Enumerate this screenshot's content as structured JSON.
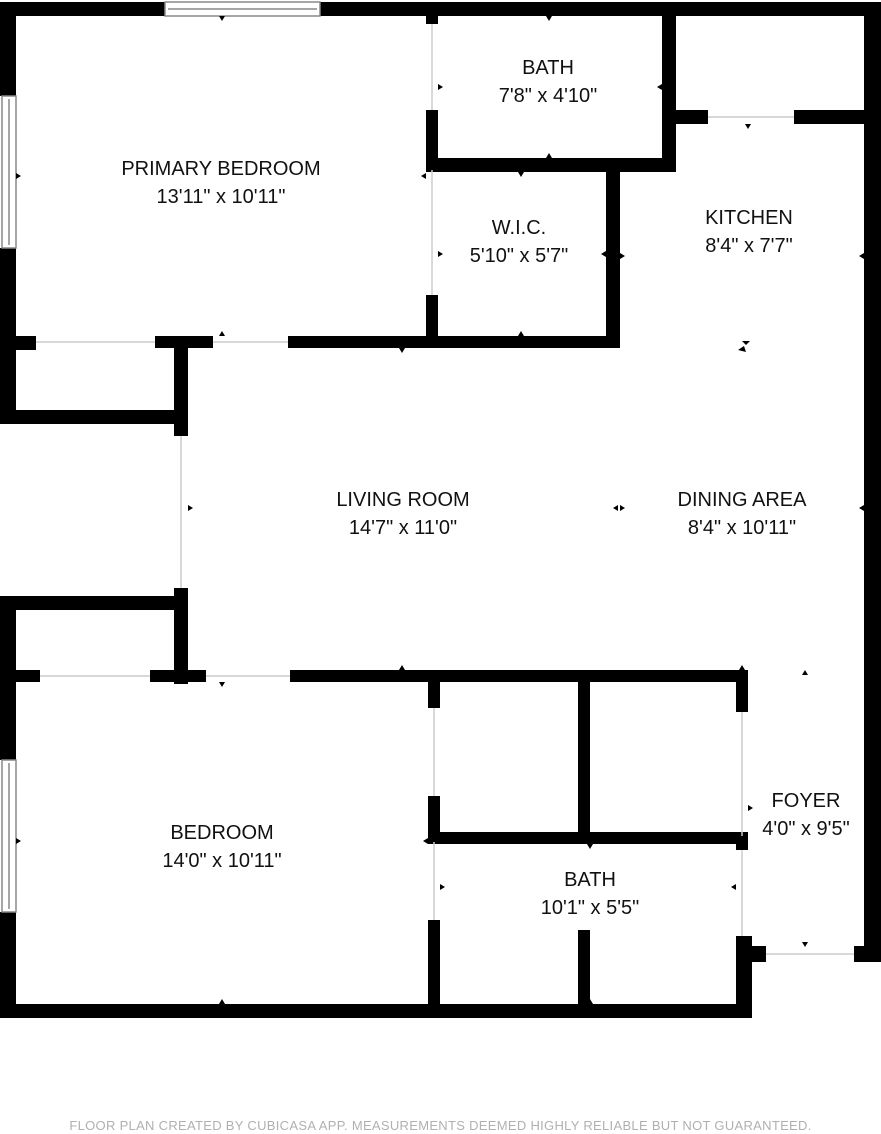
{
  "rooms": {
    "primary_bedroom": {
      "name": "PRIMARY BEDROOM",
      "dims": "13'11\" x 10'11\""
    },
    "bath_top": {
      "name": "BATH",
      "dims": "7'8\" x 4'10\""
    },
    "wic": {
      "name": "W.I.C.",
      "dims": "5'10\" x 5'7\""
    },
    "kitchen": {
      "name": "KITCHEN",
      "dims": "8'4\" x 7'7\""
    },
    "living_room": {
      "name": "LIVING ROOM",
      "dims": "14'7\" x 11'0\""
    },
    "dining_area": {
      "name": "DINING AREA",
      "dims": "8'4\" x 10'11\""
    },
    "bedroom": {
      "name": "BEDROOM",
      "dims": "14'0\" x 10'11\""
    },
    "foyer": {
      "name": "FOYER",
      "dims": "4'0\" x 9'5\""
    },
    "bath_bottom": {
      "name": "BATH",
      "dims": "10'1\" x 5'5\""
    }
  },
  "footer": "FLOOR PLAN CREATED BY CUBICASA APP. MEASUREMENTS DEEMED HIGHLY RELIABLE BUT NOT GUARANTEED.",
  "colors": {
    "wall": "#000000",
    "text": "#111111",
    "footer": "#b0b0b0",
    "window": "#888888"
  }
}
